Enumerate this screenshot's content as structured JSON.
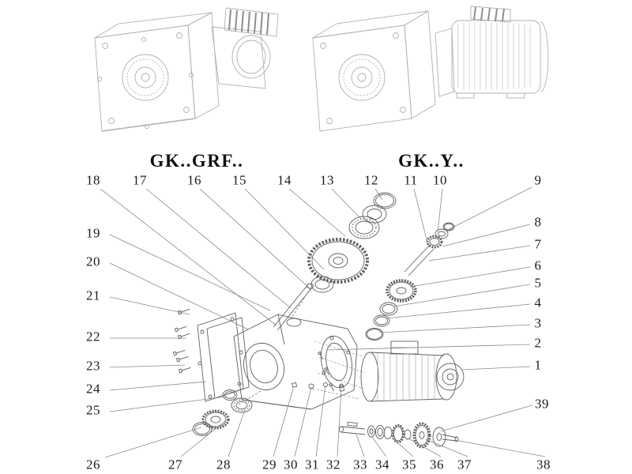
{
  "titles": {
    "left": "GK..GRF..",
    "right": "GK..Y.."
  },
  "callouts": [
    {
      "label": "18"
    },
    {
      "label": "17"
    },
    {
      "label": "16"
    },
    {
      "label": "15"
    },
    {
      "label": "14"
    },
    {
      "label": "13"
    },
    {
      "label": "12"
    },
    {
      "label": "11"
    },
    {
      "label": "10"
    },
    {
      "label": "9"
    },
    {
      "label": "8"
    },
    {
      "label": "7"
    },
    {
      "label": "6"
    },
    {
      "label": "5"
    },
    {
      "label": "4"
    },
    {
      "label": "3"
    },
    {
      "label": "2"
    },
    {
      "label": "1"
    },
    {
      "label": "39"
    },
    {
      "label": "19"
    },
    {
      "label": "20"
    },
    {
      "label": "21"
    },
    {
      "label": "22"
    },
    {
      "label": "23"
    },
    {
      "label": "24"
    },
    {
      "label": "25"
    },
    {
      "label": "26"
    },
    {
      "label": "27"
    },
    {
      "label": "28"
    },
    {
      "label": "29"
    },
    {
      "label": "30"
    },
    {
      "label": "31"
    },
    {
      "label": "32"
    },
    {
      "label": "33"
    },
    {
      "label": "34"
    },
    {
      "label": "35"
    },
    {
      "label": "36"
    },
    {
      "label": "37"
    },
    {
      "label": "38"
    }
  ],
  "colors": {
    "line_art": "#b0b0b0",
    "parts": "#5f5f5f",
    "leader": "#8a8a8a",
    "text": "#1c1c1c"
  }
}
